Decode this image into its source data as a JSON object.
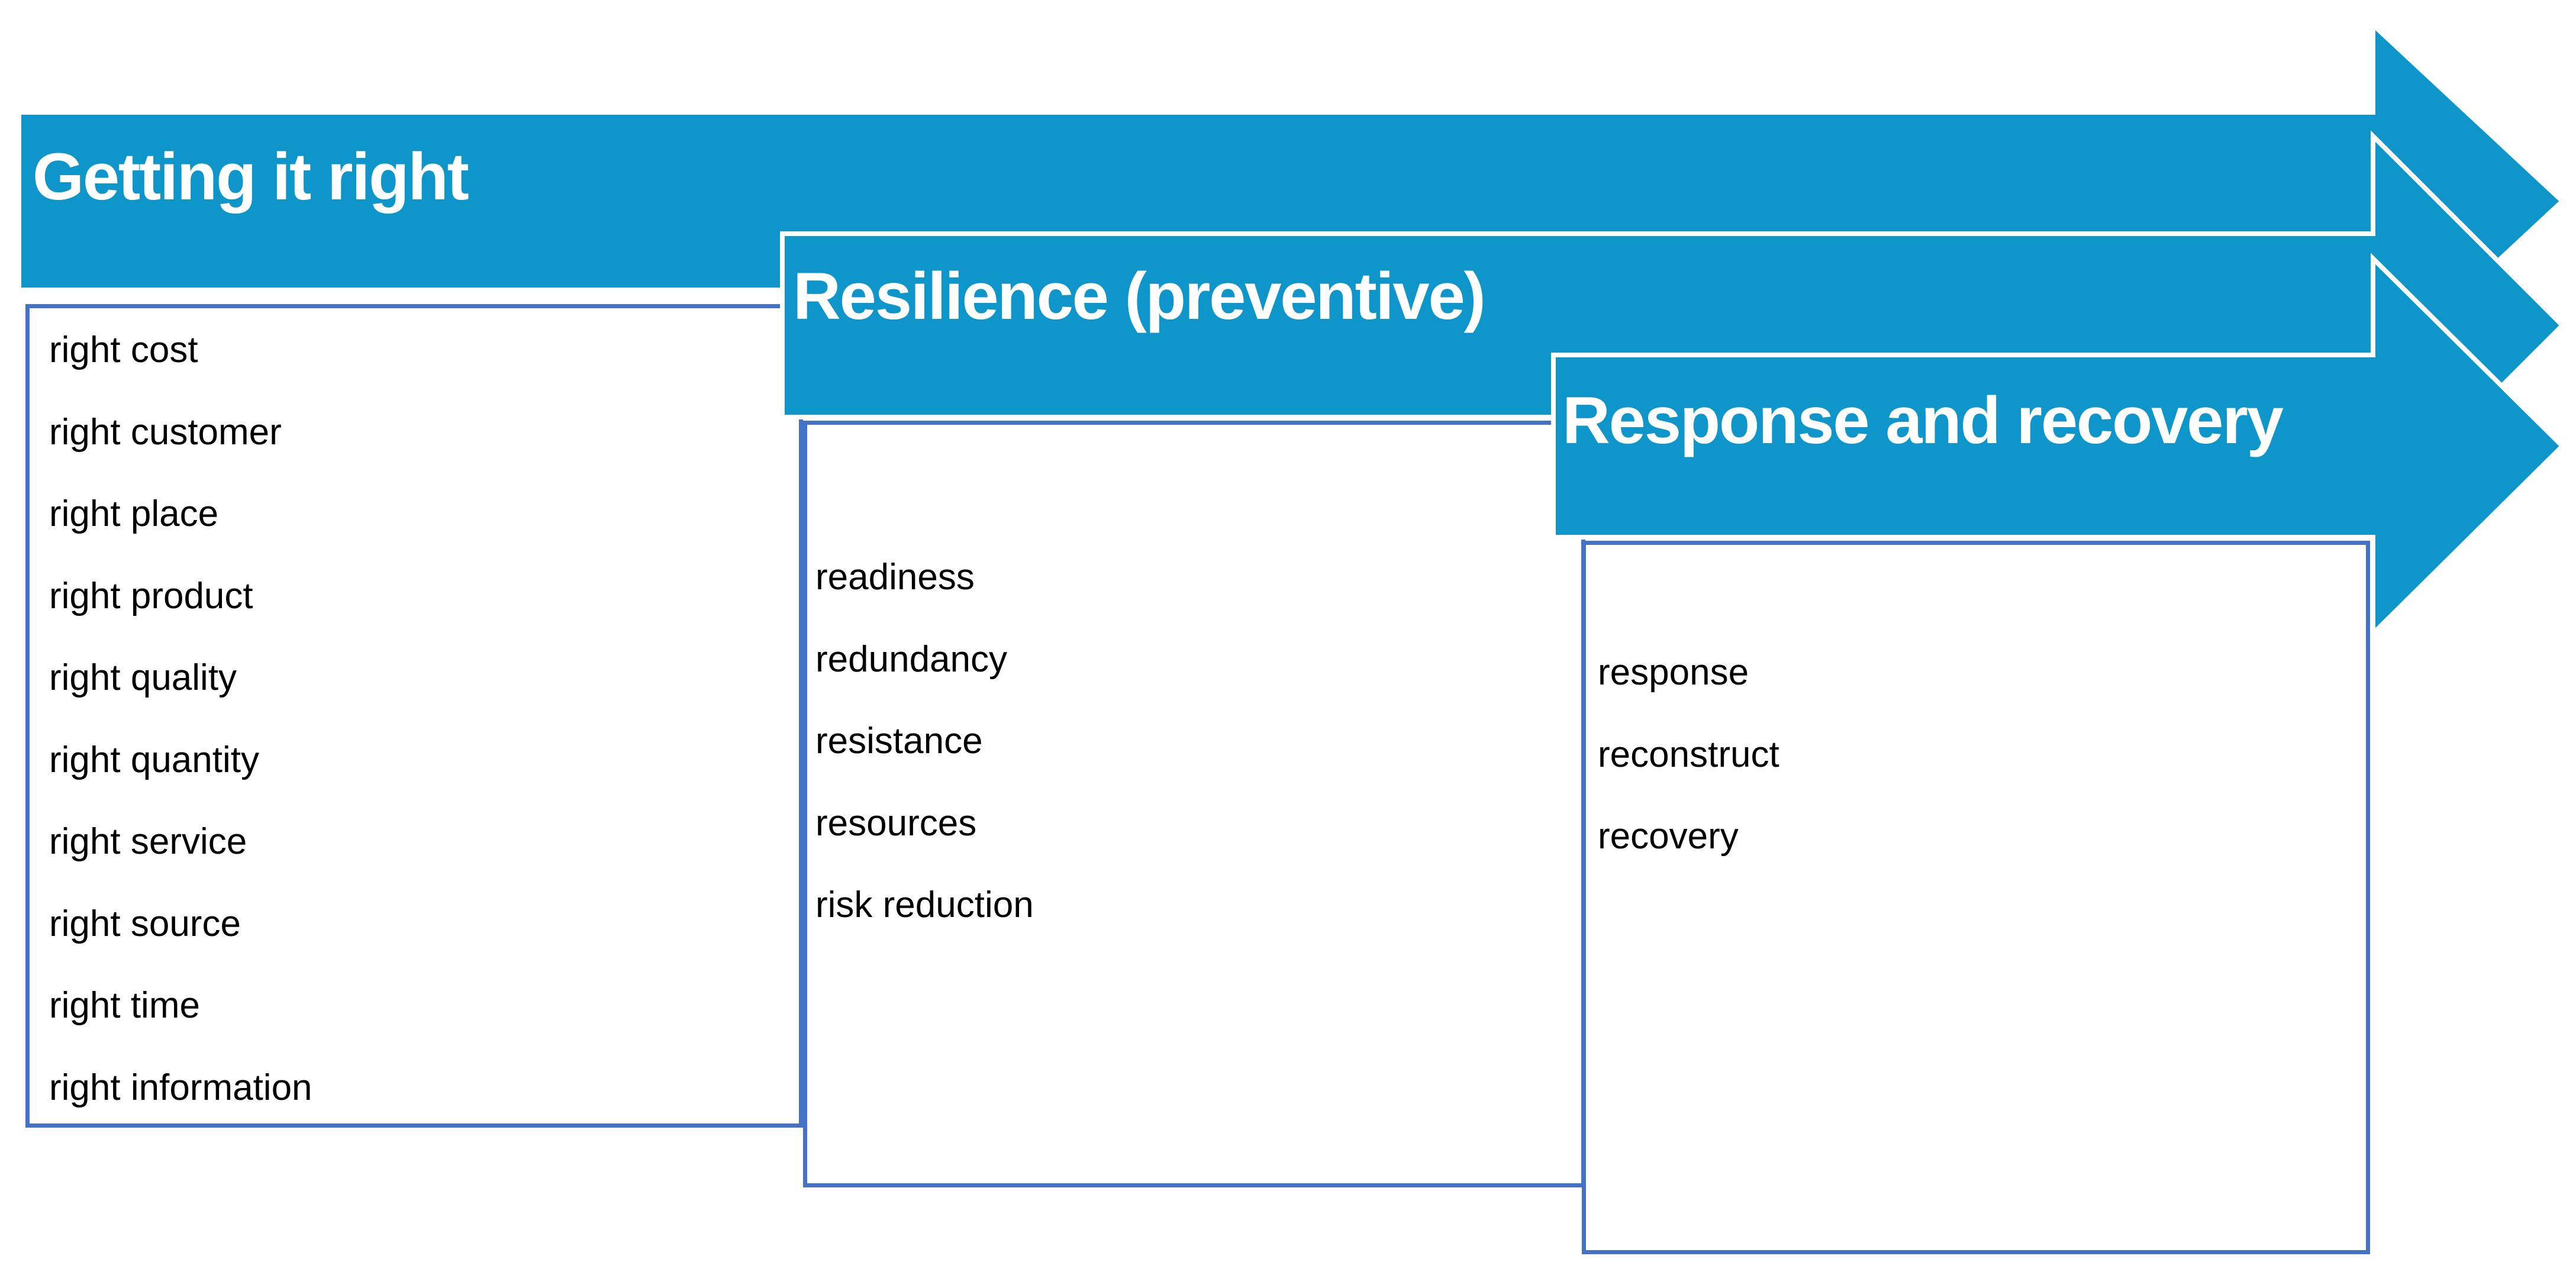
{
  "diagram": {
    "banners": [
      {
        "title": "Getting it right",
        "items": [
          "right cost",
          "right customer",
          "right place",
          "right product",
          "right quality",
          "right quantity",
          "right service",
          "right source",
          "right time",
          "right information"
        ]
      },
      {
        "title": "Resilience (preventive)",
        "items": [
          "readiness",
          "redundancy",
          "resistance",
          "resources",
          "risk reduction"
        ]
      },
      {
        "title": "Response and recovery",
        "items": [
          "response",
          "reconstruct",
          "recovery"
        ]
      }
    ],
    "colors": {
      "banner_blue": "#0E95C9",
      "box_border_blue": "#4472C4",
      "banner_text": "#FFFFFF",
      "list_text": "#000000",
      "background": "#FFFFFF"
    }
  }
}
